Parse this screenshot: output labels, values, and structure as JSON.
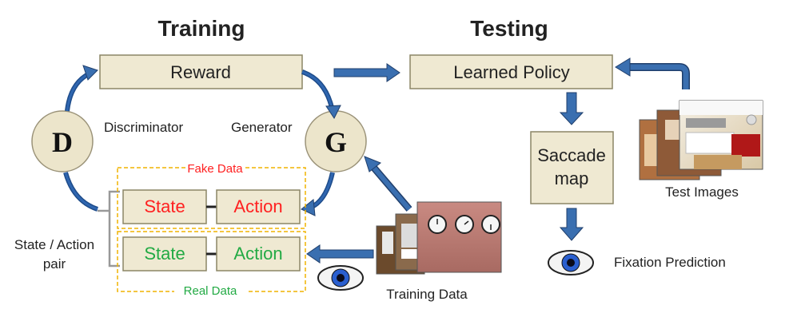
{
  "headings": {
    "training": "Training",
    "testing": "Testing"
  },
  "boxes": {
    "reward": "Reward",
    "learned_policy": "Learned Policy",
    "saccade_line1": "Saccade",
    "saccade_line2": "map"
  },
  "nodes": {
    "discriminator_letter": "D",
    "discriminator_label": "Discriminator",
    "generator_letter": "G",
    "generator_label": "Generator"
  },
  "fake_data": {
    "label": "Fake Data",
    "state": "State",
    "action": "Action"
  },
  "real_data": {
    "label": "Real Data",
    "state": "State",
    "action": "Action"
  },
  "pair_label": {
    "line1": "State / Action",
    "line2": "pair"
  },
  "captions": {
    "training_data": "Training Data",
    "test_images": "Test Images",
    "fixation_prediction": "Fixation Prediction"
  },
  "colors": {
    "fake_text": "#ff2020",
    "real_text": "#22aa44",
    "arrow_blue": "#3a6fb0",
    "box_fill": "#efe9d2",
    "dashed_border": "#f0b300"
  }
}
